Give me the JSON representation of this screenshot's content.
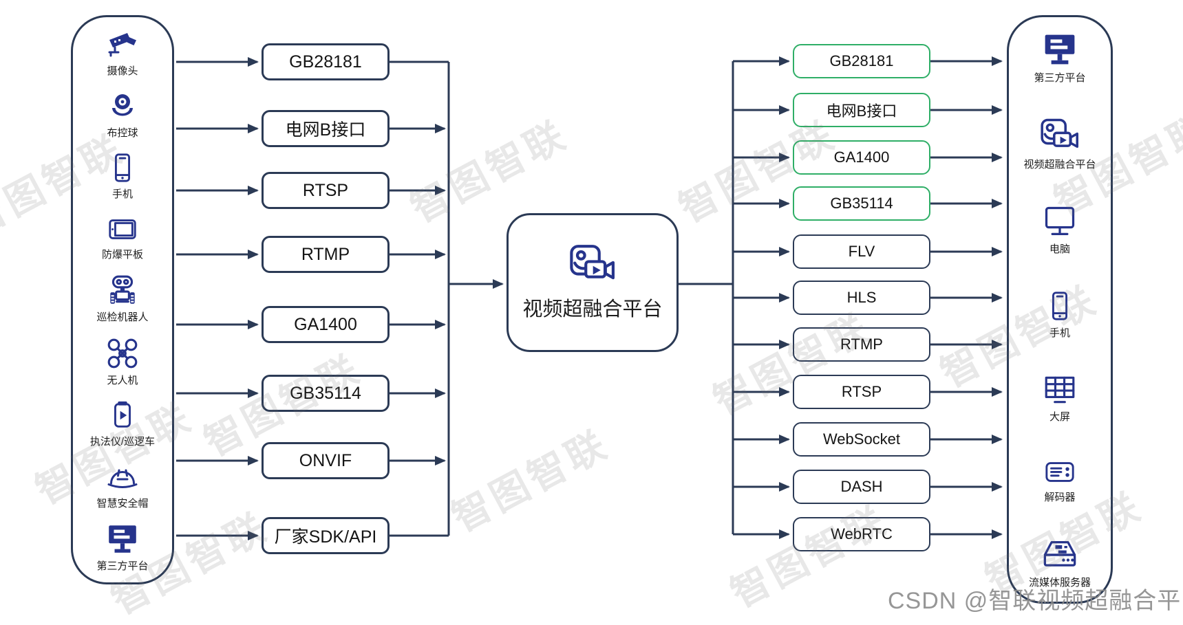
{
  "colors": {
    "line": "#2b3a55",
    "icon_blue": "#26348c",
    "green_accent": "#2eae66",
    "box_text": "#141414"
  },
  "watermarks": {
    "diagonal": "智图智联",
    "credit": "CSDN @智联视频超融合平台"
  },
  "left_panel": {
    "items": [
      {
        "label": "摄像头",
        "icon": "cctv-camera-icon"
      },
      {
        "label": "布控球",
        "icon": "dome-camera-icon"
      },
      {
        "label": "手机",
        "icon": "smartphone-icon"
      },
      {
        "label": "防爆平板",
        "icon": "tablet-icon"
      },
      {
        "label": "巡检机器人",
        "icon": "robot-icon"
      },
      {
        "label": "无人机",
        "icon": "drone-icon"
      },
      {
        "label": "执法仪/巡逻车",
        "icon": "bodycam-icon"
      },
      {
        "label": "智慧安全帽",
        "icon": "helmet-icon"
      },
      {
        "label": "第三方平台",
        "icon": "monitor-icon"
      }
    ]
  },
  "input_protocols": [
    {
      "label": "GB28181"
    },
    {
      "label": "电网B接口"
    },
    {
      "label": "RTSP"
    },
    {
      "label": "RTMP"
    },
    {
      "label": "GA1400"
    },
    {
      "label": "GB35114"
    },
    {
      "label": "ONVIF"
    },
    {
      "label": "厂家SDK/API"
    }
  ],
  "center_platform": {
    "label": "视频超融合平台",
    "icon": "video-fusion-icon"
  },
  "output_protocols": [
    {
      "label": "GB28181",
      "accent": "green"
    },
    {
      "label": "电网B接口",
      "accent": "green"
    },
    {
      "label": "GA1400",
      "accent": "green"
    },
    {
      "label": "GB35114",
      "accent": "green"
    },
    {
      "label": "FLV",
      "accent": "dark"
    },
    {
      "label": "HLS",
      "accent": "dark"
    },
    {
      "label": "RTMP",
      "accent": "dark"
    },
    {
      "label": "RTSP",
      "accent": "dark"
    },
    {
      "label": "WebSocket",
      "accent": "dark"
    },
    {
      "label": "DASH",
      "accent": "dark"
    },
    {
      "label": "WebRTC",
      "accent": "dark"
    }
  ],
  "right_panel": {
    "items": [
      {
        "label": "第三方平台",
        "icon": "monitor-icon"
      },
      {
        "label": "视频超融合平台",
        "icon": "video-fusion-icon"
      },
      {
        "label": "电脑",
        "icon": "computer-icon"
      },
      {
        "label": "手机",
        "icon": "smartphone-icon"
      },
      {
        "label": "大屏",
        "icon": "videowall-icon"
      },
      {
        "label": "解码器",
        "icon": "decoder-icon"
      },
      {
        "label": "流媒体服务器",
        "icon": "media-server-icon"
      }
    ]
  }
}
